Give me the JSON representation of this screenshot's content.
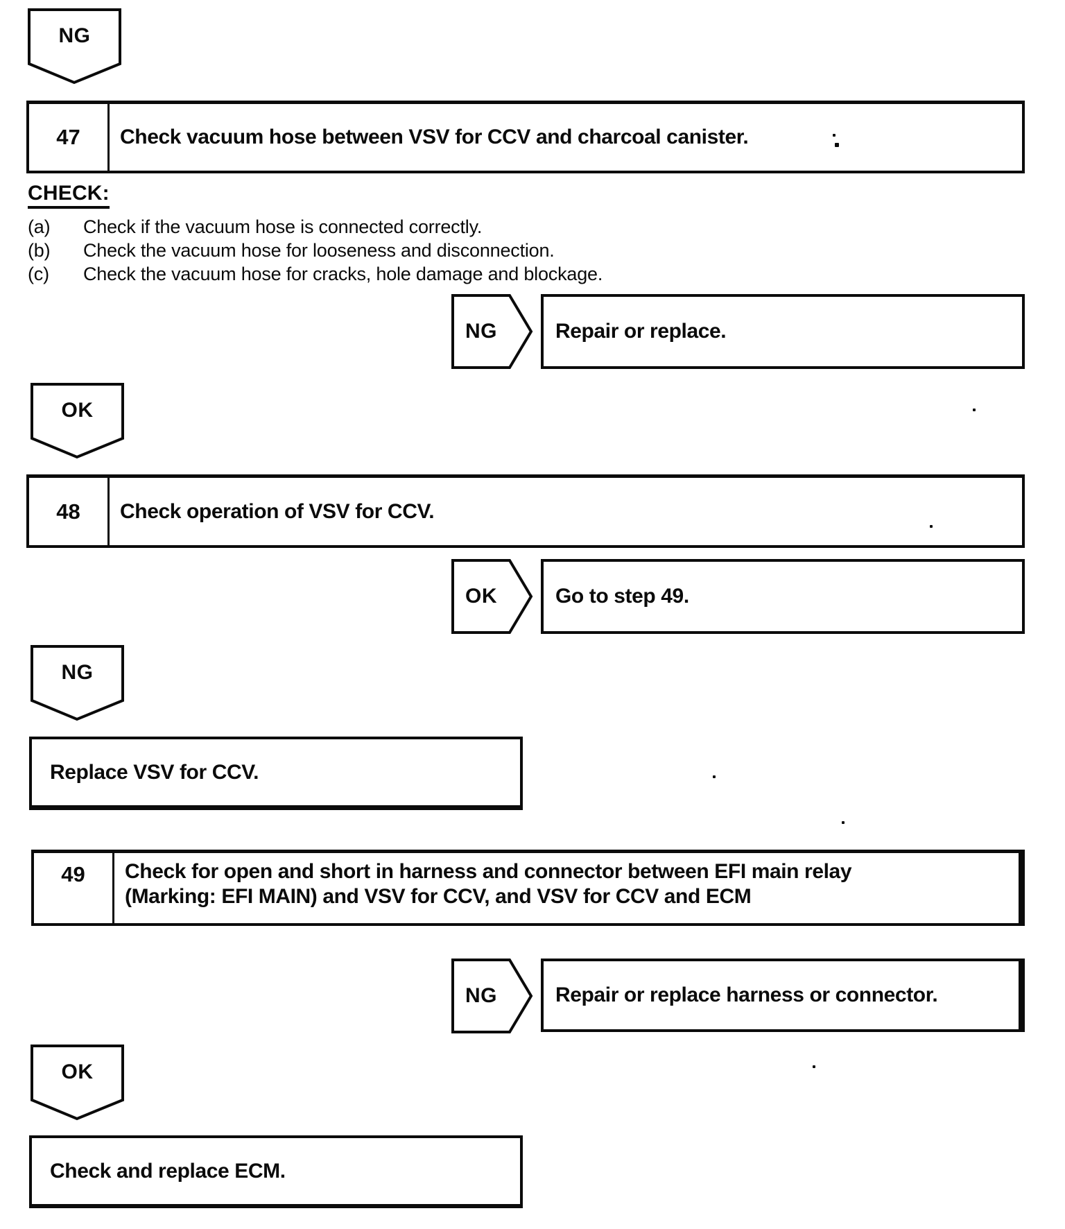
{
  "colors": {
    "ink": "#0b0b0b",
    "paper": "#ffffff"
  },
  "flowchart": {
    "connector_ng_top": {
      "label": "NG"
    },
    "step_47": {
      "number": "47",
      "title": "Check vacuum hose between VSV for CCV and charcoal canister."
    },
    "check_section": {
      "heading": "CHECK:",
      "items": [
        {
          "marker": "(a)",
          "text": "Check if the vacuum hose is connected correctly."
        },
        {
          "marker": "(b)",
          "text": "Check the vacuum hose for looseness and disconnection."
        },
        {
          "marker": "(c)",
          "text": "Check the vacuum hose for cracks, hole damage and blockage."
        }
      ]
    },
    "branch_47_ng": {
      "label": "NG",
      "action": "Repair or replace."
    },
    "connector_47_ok": {
      "label": "OK"
    },
    "step_48": {
      "number": "48",
      "title": "Check operation of VSV for CCV."
    },
    "branch_48_ok": {
      "label": "OK",
      "action": "Go to step 49."
    },
    "connector_48_ng": {
      "label": "NG"
    },
    "terminal_48_ng": {
      "text": "Replace VSV for CCV."
    },
    "step_49": {
      "number": "49",
      "title_lines": [
        "Check for open and short in harness and connector between EFI main relay",
        "(Marking: EFI MAIN) and VSV for CCV, and VSV for CCV and ECM"
      ]
    },
    "branch_49_ng": {
      "label": "NG",
      "action": "Repair or replace harness or connector."
    },
    "connector_49_ok": {
      "label": "OK"
    },
    "terminal_49_ok": {
      "text": "Check and replace ECM."
    }
  }
}
